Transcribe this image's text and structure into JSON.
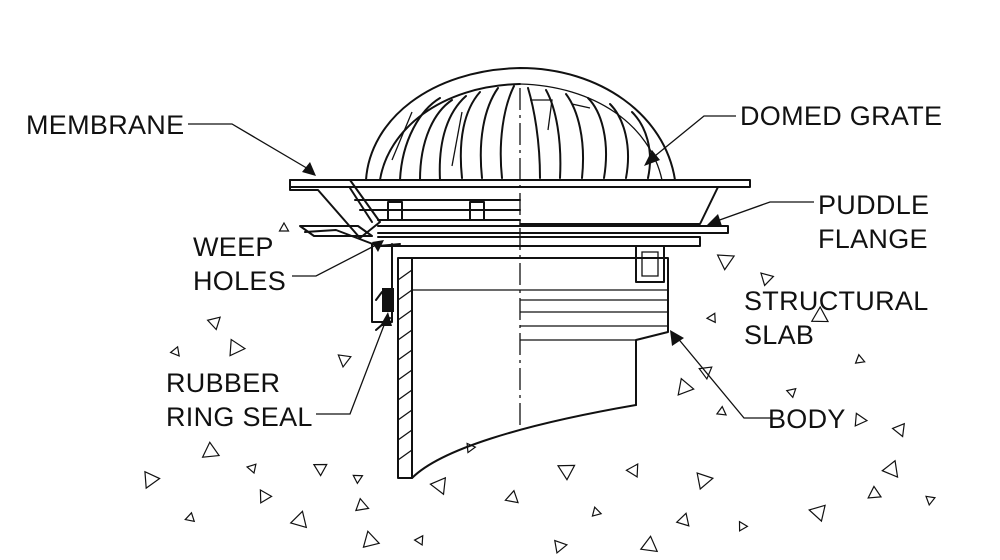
{
  "labels": {
    "membrane": "MEMBRANE",
    "domed_grate": "DOMED GRATE",
    "puddle_flange_1": "PUDDLE",
    "puddle_flange_2": "FLANGE",
    "weep_holes_1": "WEEP",
    "weep_holes_2": "HOLES",
    "structural_slab_1": "STRUCTURAL",
    "structural_slab_2": "SLAB",
    "rubber_ring_seal_1": "RUBBER",
    "rubber_ring_seal_2": "RING SEAL",
    "body": "BODY"
  },
  "colors": {
    "ink": "#111111",
    "background": "#ffffff"
  }
}
